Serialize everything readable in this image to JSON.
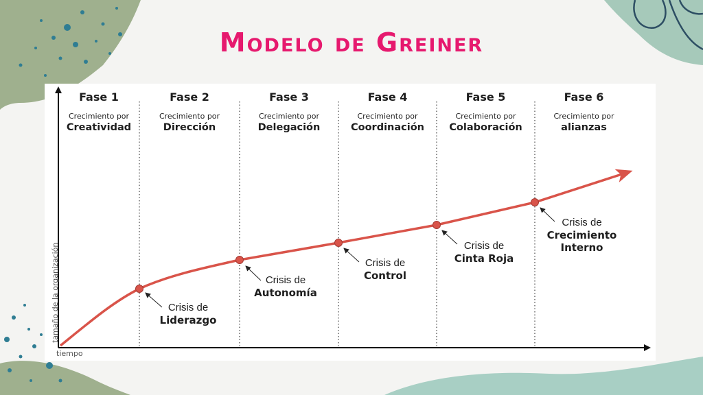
{
  "title": "Modelo de Greiner",
  "axes": {
    "y_label": "tamaño de la organización",
    "x_label": "tiempo"
  },
  "colors": {
    "title": "#e6196e",
    "curve": "#d9544a",
    "point": "#d9544a",
    "background_left": "#9fb08e",
    "background_right": "#a8cfc4",
    "dots": "#2f7d93"
  },
  "phases": [
    {
      "name": "Fase 1",
      "subtitle": "Crecimiento por",
      "focus": "Creatividad"
    },
    {
      "name": "Fase 2",
      "subtitle": "Crecimiento por",
      "focus": "Dirección"
    },
    {
      "name": "Fase 3",
      "subtitle": "Crecimiento por",
      "focus": "Delegación"
    },
    {
      "name": "Fase 4",
      "subtitle": "Crecimiento por",
      "focus": "Coordinación"
    },
    {
      "name": "Fase 5",
      "subtitle": "Crecimiento por",
      "focus": "Colaboración"
    },
    {
      "name": "Fase 6",
      "subtitle": "Crecimiento por",
      "focus": "alianzas"
    }
  ],
  "crises": [
    {
      "prefix": "Crisis de",
      "name": "Liderazgo"
    },
    {
      "prefix": "Crisis de",
      "name": "Autonomía"
    },
    {
      "prefix": "Crisis de",
      "name": "Control"
    },
    {
      "prefix": "Crisis de",
      "name": "Cinta Roja"
    },
    {
      "prefix": "Crisis de",
      "name": "Crecimiento Interno"
    }
  ]
}
